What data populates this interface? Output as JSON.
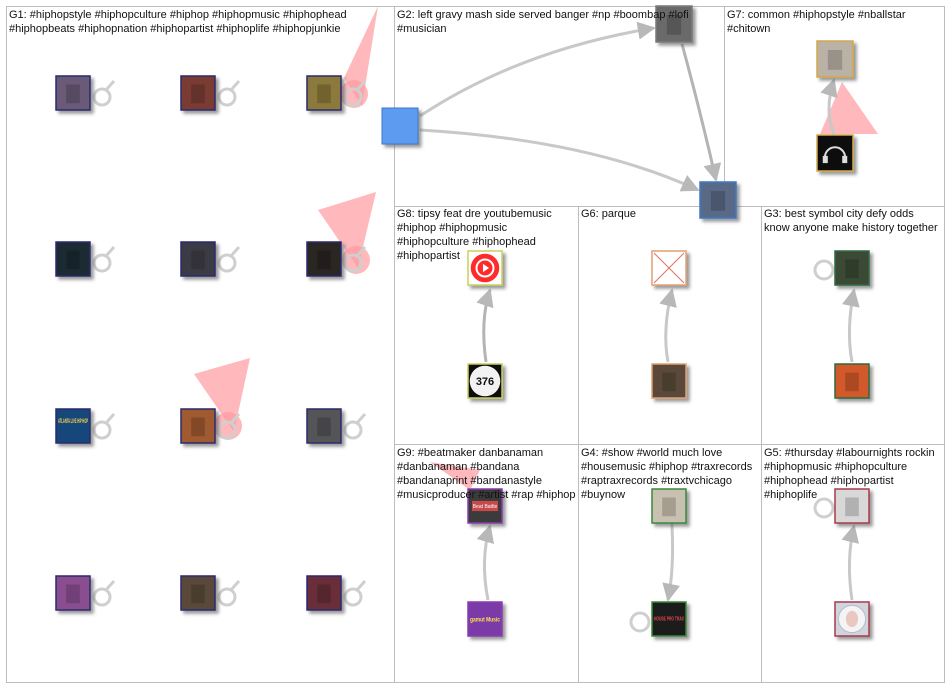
{
  "groups": [
    {
      "id": "G1",
      "label": "G1: #hiphopstyle #hiphopculture #hiphop #hiphopmusic #hiphophead #hiphopbeats #hiphopnation #hiphopartist #hiphoplife #hiphopjunkie"
    },
    {
      "id": "G2",
      "label": "G2: left gravy mash side served banger #np #boombap #lofi #musician"
    },
    {
      "id": "G7",
      "label": "G7: common #hiphopstyle #nballstar #chitown"
    },
    {
      "id": "G8",
      "label": "G8: tipsy feat dre youtubemusic #hiphop #hiphopmusic #hiphopculture #hiphophead #hiphopartist"
    },
    {
      "id": "G6",
      "label": "G6: parque"
    },
    {
      "id": "G3",
      "label": "G3: best symbol city defy odds know anyone make history together"
    },
    {
      "id": "G9",
      "label": "G9: #beatmaker danbanaman #danbanaman #bandana #bandanaprint #bandanastyle #musicproducer #artist #rap #hiphop"
    },
    {
      "id": "G4",
      "label": "G4: #show #world much love #housemusic #hiphop #traxrecords #raptraxrecords #traxtvchicago #buynow"
    },
    {
      "id": "G5",
      "label": "G5: #thursday #labournights rockin #hiphopmusic #hiphopculture #hiphophead #hiphopartist #hiphoplife"
    }
  ],
  "node_badges": {
    "n376": "376",
    "nbeat": "Beat Battle",
    "ngamut": "gamut Music",
    "ntrax": "HOUSE PRO TRAX",
    "natl": "ATLANTA LIVE HIP HOP"
  },
  "colors": {
    "edge": "#c8c8c8",
    "arrow": "#b4b4b4",
    "highlight": "#ff9aa0",
    "hub": "#5b9bef",
    "panel_border": "#bdbdbd"
  }
}
